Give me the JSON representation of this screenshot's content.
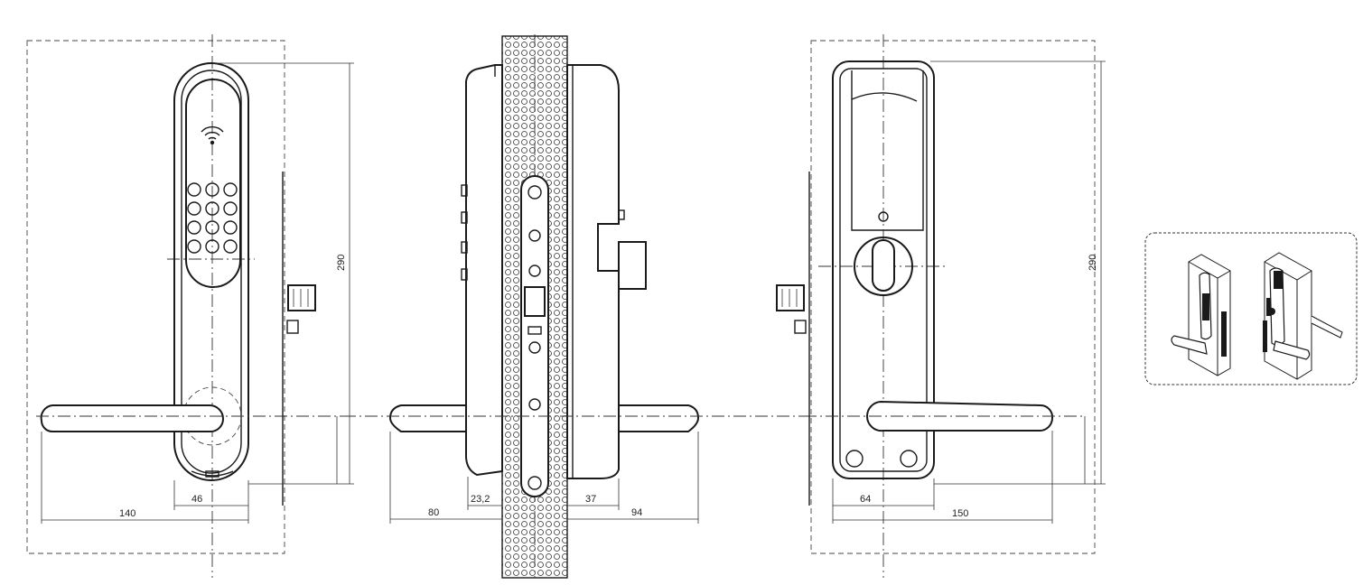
{
  "dimensions": {
    "front_width_total": "140",
    "front_body_width": "46",
    "height_right": "290",
    "side_projection_left": "80",
    "side_door_gap": "23,2",
    "side_body_depth": "37",
    "side_projection_right": "94",
    "back_body_width": "64",
    "back_width_total": "150",
    "back_height": "290"
  }
}
